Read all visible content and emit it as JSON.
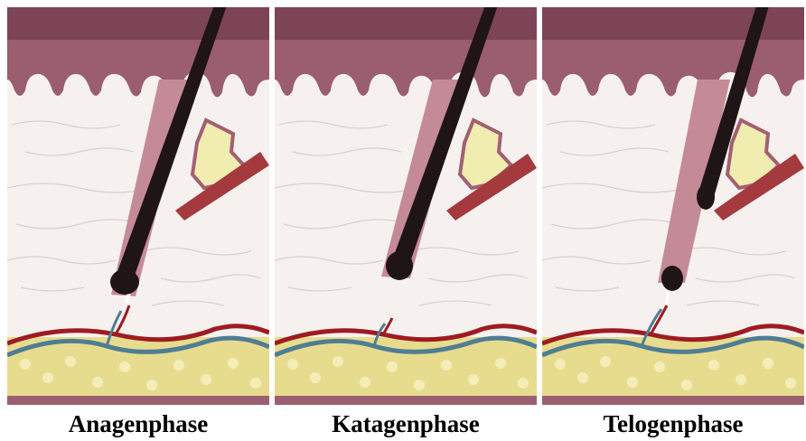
{
  "phases": [
    {
      "label": "Anagenphase"
    },
    {
      "label": "Katagenphase"
    },
    {
      "label": "Telogenphase"
    }
  ],
  "colors": {
    "epidermis": "#9b5e6e",
    "epidermis_dark": "#7d4456",
    "dermis": "#f6f1ee",
    "follicle": "#c48a98",
    "hair": "#1f1416",
    "gland": "#f1ecb0",
    "gland_border": "#a25f72",
    "muscle": "#a43a3e",
    "artery": "#9e1b22",
    "vein": "#4f7d94",
    "fat": "#e7dc8e",
    "fat_cell": "#f4edb8",
    "base": "#9b6070"
  }
}
